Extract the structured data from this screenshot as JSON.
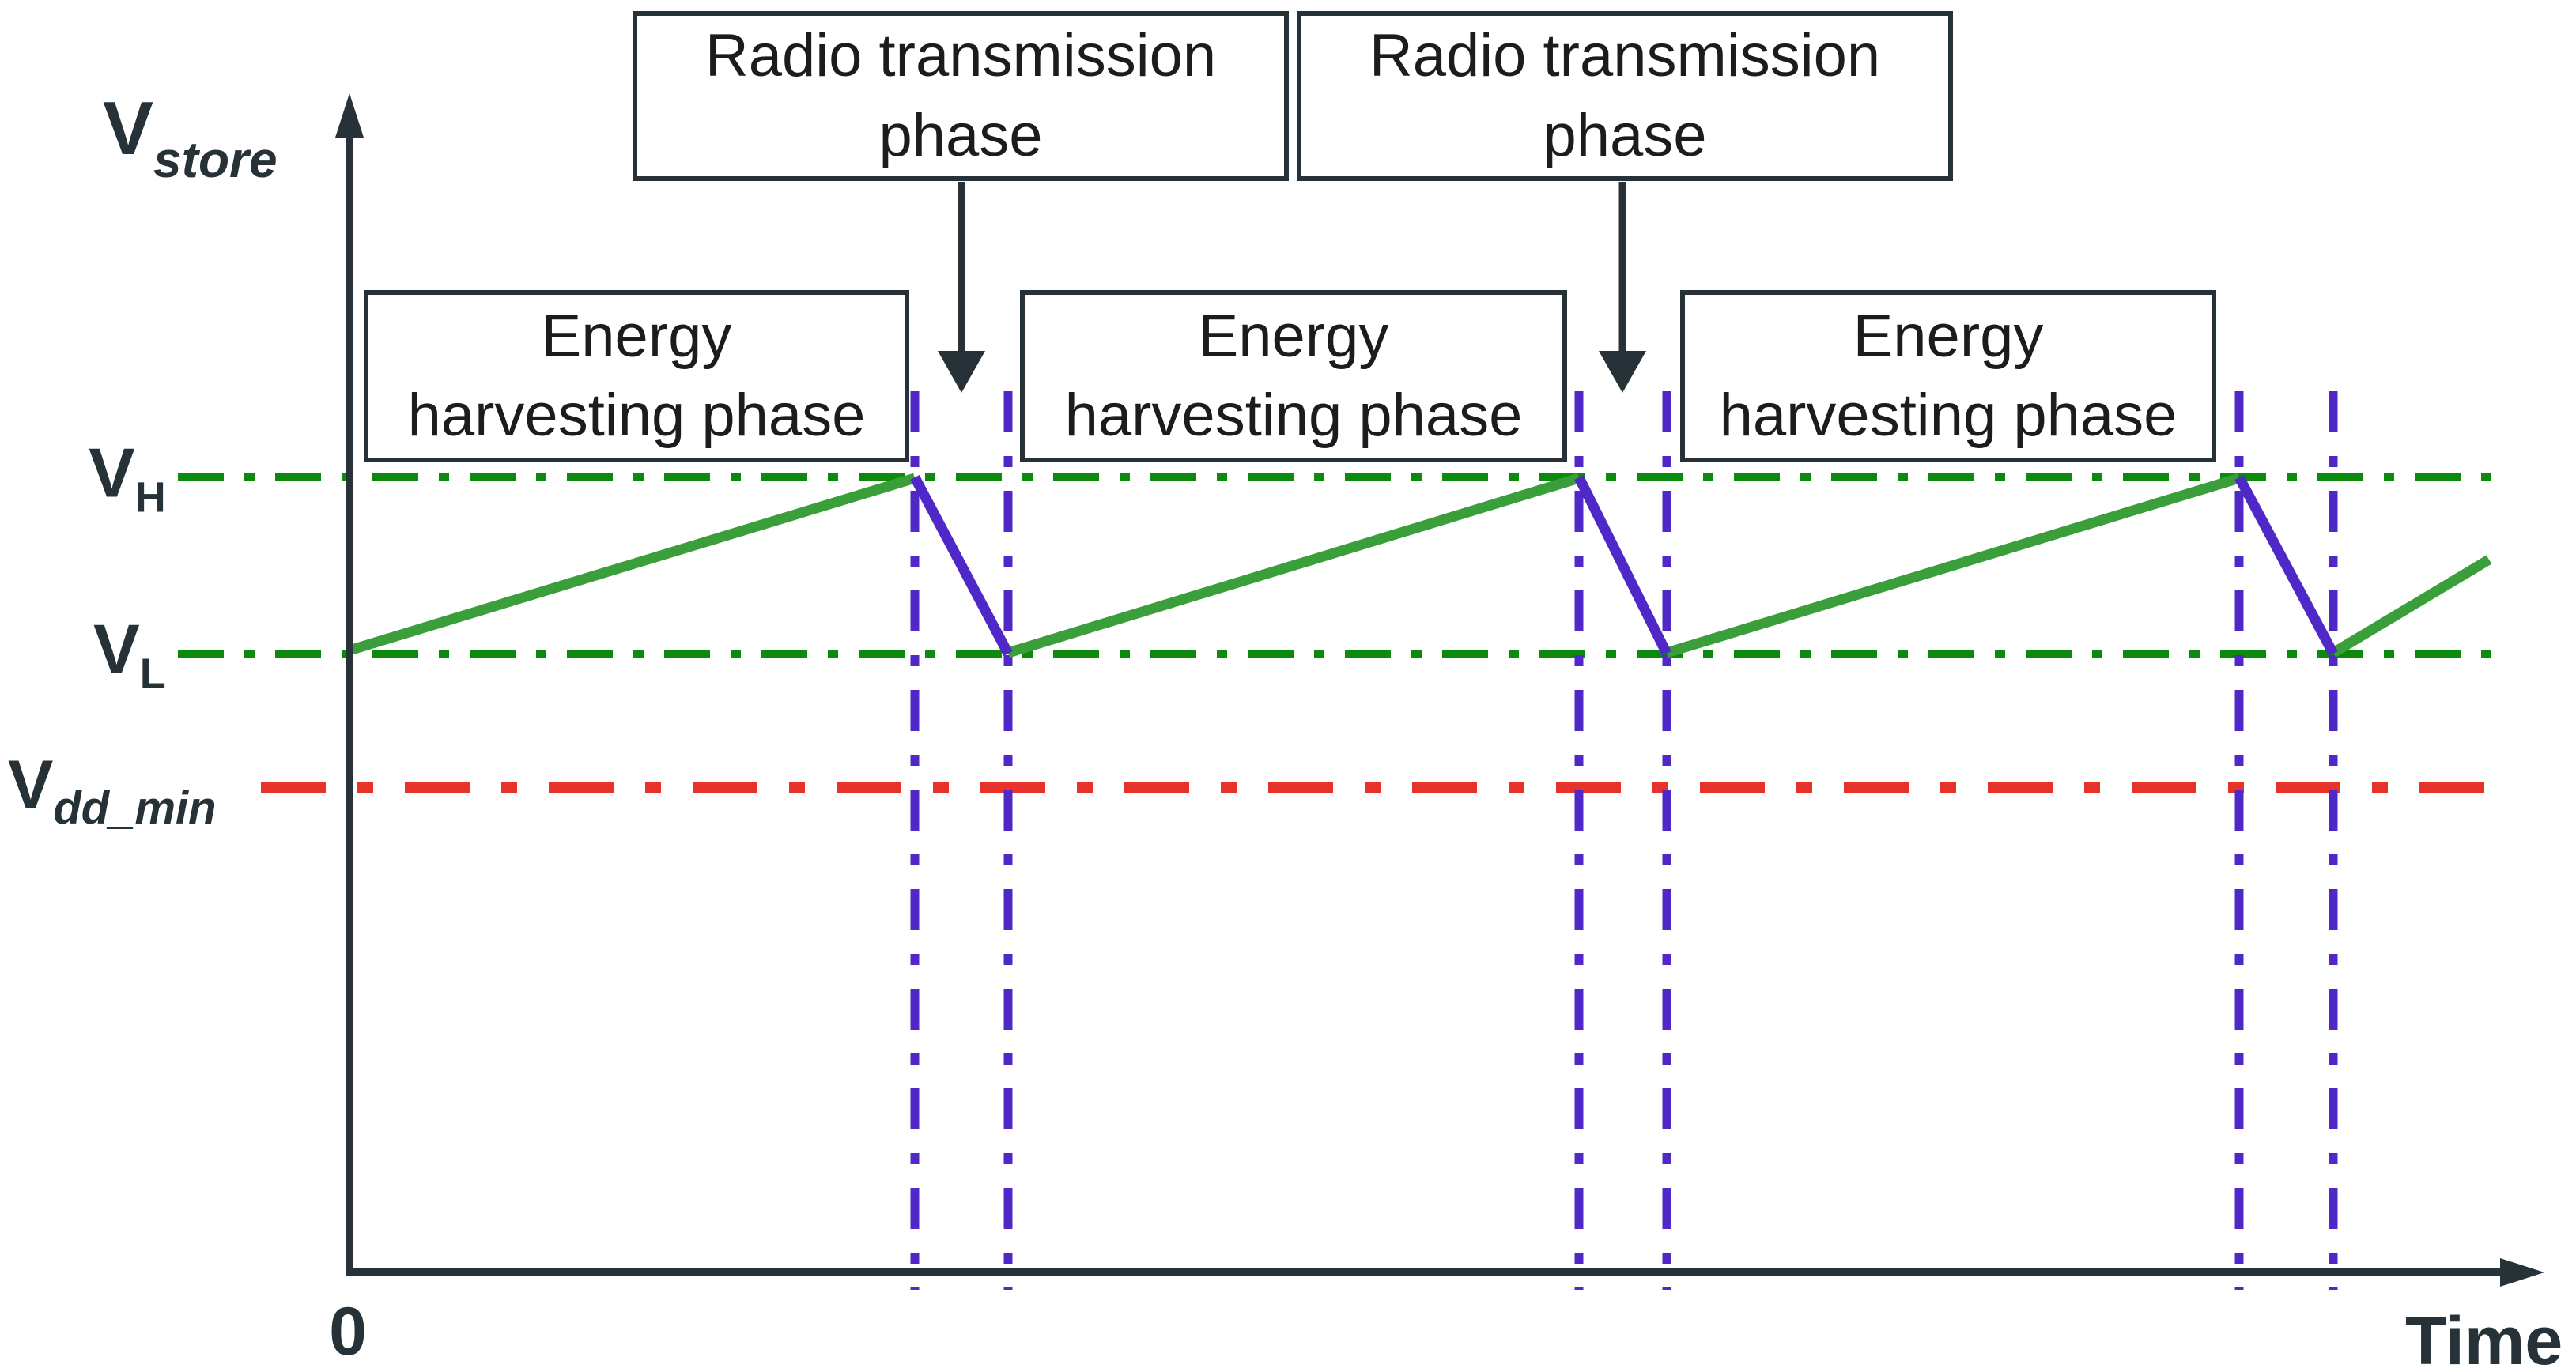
{
  "figure": {
    "y_axis_label": {
      "base": "V",
      "sub": "store"
    },
    "x_axis_label": "Time",
    "origin_label": "0",
    "levels": {
      "vh": {
        "base": "V",
        "sub": "H"
      },
      "vl": {
        "base": "V",
        "sub": "L"
      },
      "vddmin": {
        "base": "V",
        "sub": "dd_min"
      }
    },
    "annotations": {
      "radio_label": "Radio transmission phase",
      "energy_label": "Energy harvesting phase"
    },
    "colors": {
      "axis_and_text": "#263238",
      "box_text": "#1c1c1c",
      "harvest_line_green": "#3a9e3a",
      "threshold_dash_green": "#0c8a0c",
      "transmit_line_purple": "#5128c8",
      "vdd_min_dash_red": "#e8332b"
    }
  },
  "chart_data": {
    "type": "line",
    "title": "",
    "xlabel": "Time",
    "ylabel": "Vstore",
    "x_origin_label": "0",
    "x_ticks": "none shown (arbitrary time units)",
    "y_ticks": "none shown (levels marked by dash-dot reference lines)",
    "grid": false,
    "legend": "none",
    "reference_lines": [
      {
        "label": "V_H",
        "orientation": "horizontal",
        "style": "dash-dot",
        "color": "#0c8a0c",
        "meaning": "upper threshold where radio transmission starts"
      },
      {
        "label": "V_L",
        "orientation": "horizontal",
        "style": "dash-dot",
        "color": "#0c8a0c",
        "meaning": "lower threshold where radio transmission ends"
      },
      {
        "label": "V_dd_min",
        "orientation": "horizontal",
        "style": "dash-dot",
        "color": "#e8332b",
        "meaning": "minimum supply voltage, below V_L"
      }
    ],
    "vertical_markers": {
      "style": "dash-dot vertical line pairs",
      "color": "#5128c8",
      "meaning": "each pair brackets one radio transmission phase",
      "pairs_t": [
        [
          6,
          7
        ],
        [
          13,
          14
        ],
        [
          20,
          21
        ]
      ]
    },
    "series": [
      {
        "name": "V_store waveform",
        "x_unit": "arbitrary time units",
        "points": [
          {
            "t": 0,
            "v": "V_L",
            "segment": "energy harvesting (green, rising)"
          },
          {
            "t": 6,
            "v": "V_H",
            "segment": "radio transmission (purple, falling)"
          },
          {
            "t": 7,
            "v": "V_L",
            "segment": "energy harvesting (green, rising)"
          },
          {
            "t": 13,
            "v": "V_H",
            "segment": "radio transmission (purple, falling)"
          },
          {
            "t": 14,
            "v": "V_L",
            "segment": "energy harvesting (green, rising)"
          },
          {
            "t": 20,
            "v": "V_H",
            "segment": "radio transmission (purple, falling)"
          },
          {
            "t": 21,
            "v": "V_L",
            "segment": "energy harvesting (green, rising)"
          },
          {
            "t": 22.7,
            "v": "V_L + 0.53*(V_H - V_L)",
            "segment": "waveform ends mid-rise"
          }
        ]
      }
    ],
    "annotations": [
      {
        "text": "Radio transmission phase",
        "type": "boxed label with down arrow",
        "points_to": "gap between purple pair at t=6..7"
      },
      {
        "text": "Radio transmission phase",
        "type": "boxed label with down arrow",
        "points_to": "gap between purple pair at t=13..14"
      },
      {
        "text": "Energy harvesting phase",
        "type": "boxed label",
        "over": "rising segment t=0..6"
      },
      {
        "text": "Energy harvesting phase",
        "type": "boxed label",
        "over": "rising segment t=7..13"
      },
      {
        "text": "Energy harvesting phase",
        "type": "boxed label",
        "over": "rising segment t=14..20"
      }
    ]
  }
}
